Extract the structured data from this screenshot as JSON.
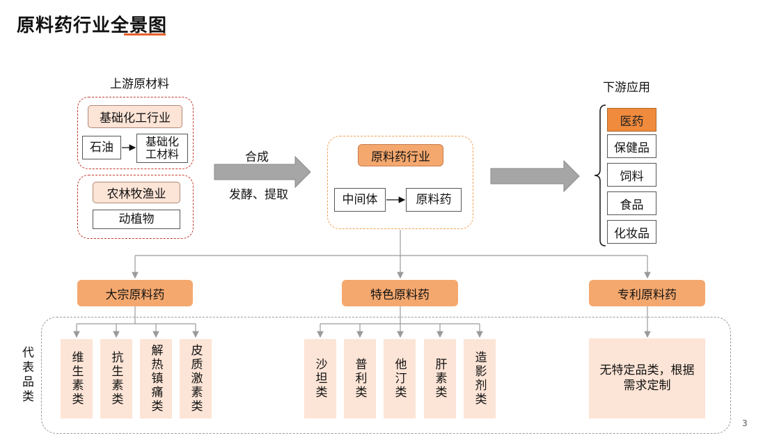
{
  "title": "原料药行业全景图",
  "upstream": {
    "heading": "上游原材料",
    "chem_industry": "基础化工行业",
    "petroleum": "石油",
    "basic_chem": "基础化\n工材料",
    "agri": "农林牧渔业",
    "plants_animals": "动植物"
  },
  "process": {
    "synthesis": "合成",
    "ferment": "发酵、提取"
  },
  "api_industry": {
    "title": "原料药行业",
    "intermediate": "中间体",
    "api": "原料药"
  },
  "downstream": {
    "heading": "下游应用",
    "items": [
      "医药",
      "保健品",
      "饲料",
      "食品",
      "化妆品"
    ],
    "highlight_color": "#f08a3c"
  },
  "categories": {
    "bulk": "大宗原料药",
    "specialty": "特色原料药",
    "patent": "专利原料药"
  },
  "rep_label": "代表品类",
  "bulk_items": [
    "维生素类",
    "抗生素类",
    "解热镇痛类",
    "皮质激素类"
  ],
  "specialty_items": [
    "沙坦类",
    "普利类",
    "他汀类",
    "肝素类",
    "造影剂类"
  ],
  "patent_note": "无特定品类，根据需求定制",
  "page_number": "3",
  "colors": {
    "accent": "#e8602c",
    "peach": "#fce4d6",
    "orange": "#f4a86e"
  }
}
